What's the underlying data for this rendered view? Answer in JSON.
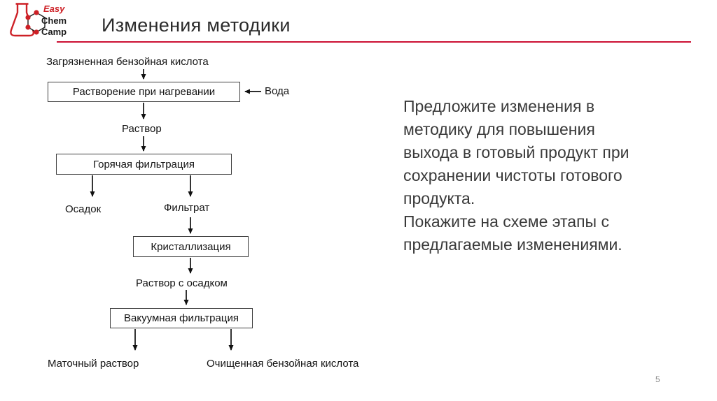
{
  "slide": {
    "title": "Изменения методики",
    "page_number": "5",
    "accent_color": "#cc1034"
  },
  "logo": {
    "line1": "Easy",
    "line2": "Chem",
    "line3": "Camp",
    "brand_red": "#cd2026"
  },
  "flowchart": {
    "input_label": "Загрязненная бензойная кислота",
    "box_dissolution": "Растворение при нагревании",
    "water_label": "Вода",
    "solution_label": "Раствор",
    "box_hot_filtration": "Горячая фильтрация",
    "precipitate_label": "Осадок",
    "filtrate_label": "Фильтрат",
    "box_crystallization": "Кристаллизация",
    "solution_with_precipitate_label": "Раствор с осадком",
    "box_vacuum_filtration": "Вакуумная фильтрация",
    "mother_liquor_label": "Маточный раствор",
    "purified_label": "Очищенная бензойная кислота"
  },
  "task": {
    "lines": [
      "Предложите изменения в",
      "методику для повышения",
      "выхода в готовый продукт при",
      "сохранении чистоты готового",
      "продукта.",
      "Покажите на схеме этапы с",
      "предлагаемые изменениями."
    ]
  }
}
